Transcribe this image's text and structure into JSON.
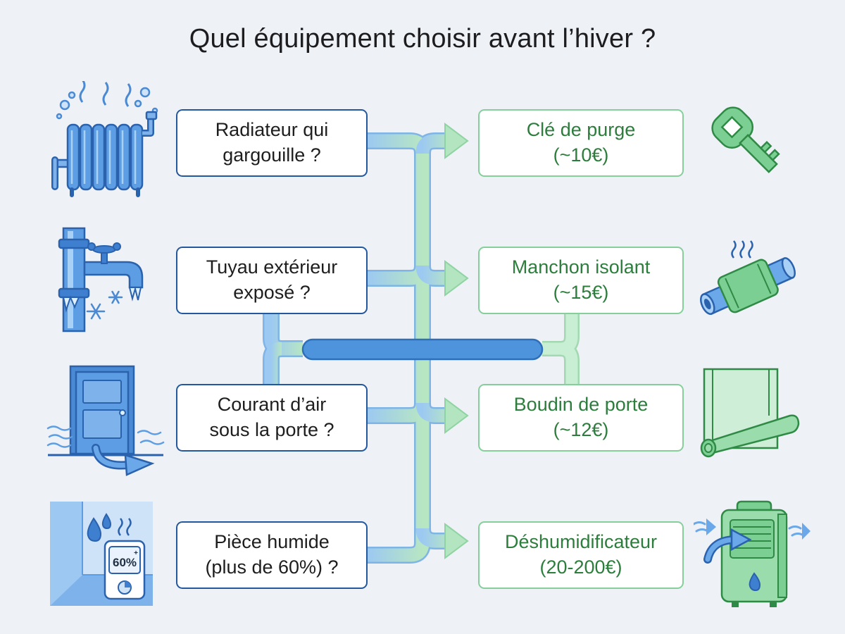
{
  "title": "Quel équipement choisir avant l’hiver ?",
  "rows": [
    {
      "question": {
        "line1": "Radiateur qui",
        "line2": "gargouille ?"
      },
      "answer": {
        "line1": "Clé de purge",
        "line2": "(~10€)"
      },
      "left_icon": "radiator-icon",
      "right_icon": "bleed-key-icon"
    },
    {
      "question": {
        "line1": "Tuyau extérieur",
        "line2": "exposé ?"
      },
      "answer": {
        "line1": "Manchon isolant",
        "line2": "(~15€)"
      },
      "left_icon": "frozen-pipe-faucet-icon",
      "right_icon": "pipe-insulation-sleeve-icon"
    },
    {
      "question": {
        "line1": "Courant d’air",
        "line2": "sous la porte ?"
      },
      "answer": {
        "line1": "Boudin de porte",
        "line2": "(~12€)"
      },
      "left_icon": "drafty-door-icon",
      "right_icon": "door-draft-stopper-icon"
    },
    {
      "question": {
        "line1": "Pièce humide",
        "line2": "(plus de 60%) ?"
      },
      "answer": {
        "line1": "Déshumidificateur",
        "line2": "(20-200€)"
      },
      "left_icon": "humid-room-hygrometer-icon",
      "right_icon": "dehumidifier-icon",
      "hygrometer_reading": "60%"
    }
  ],
  "colors": {
    "question_border": "#24589e",
    "answer_border": "#86cf9a",
    "answer_text": "#2d7d3d",
    "connector_blue": "#9cc9f1",
    "connector_green": "#b6e6c4",
    "central_bar": "#4e94dc",
    "background": "#eef1f6"
  }
}
